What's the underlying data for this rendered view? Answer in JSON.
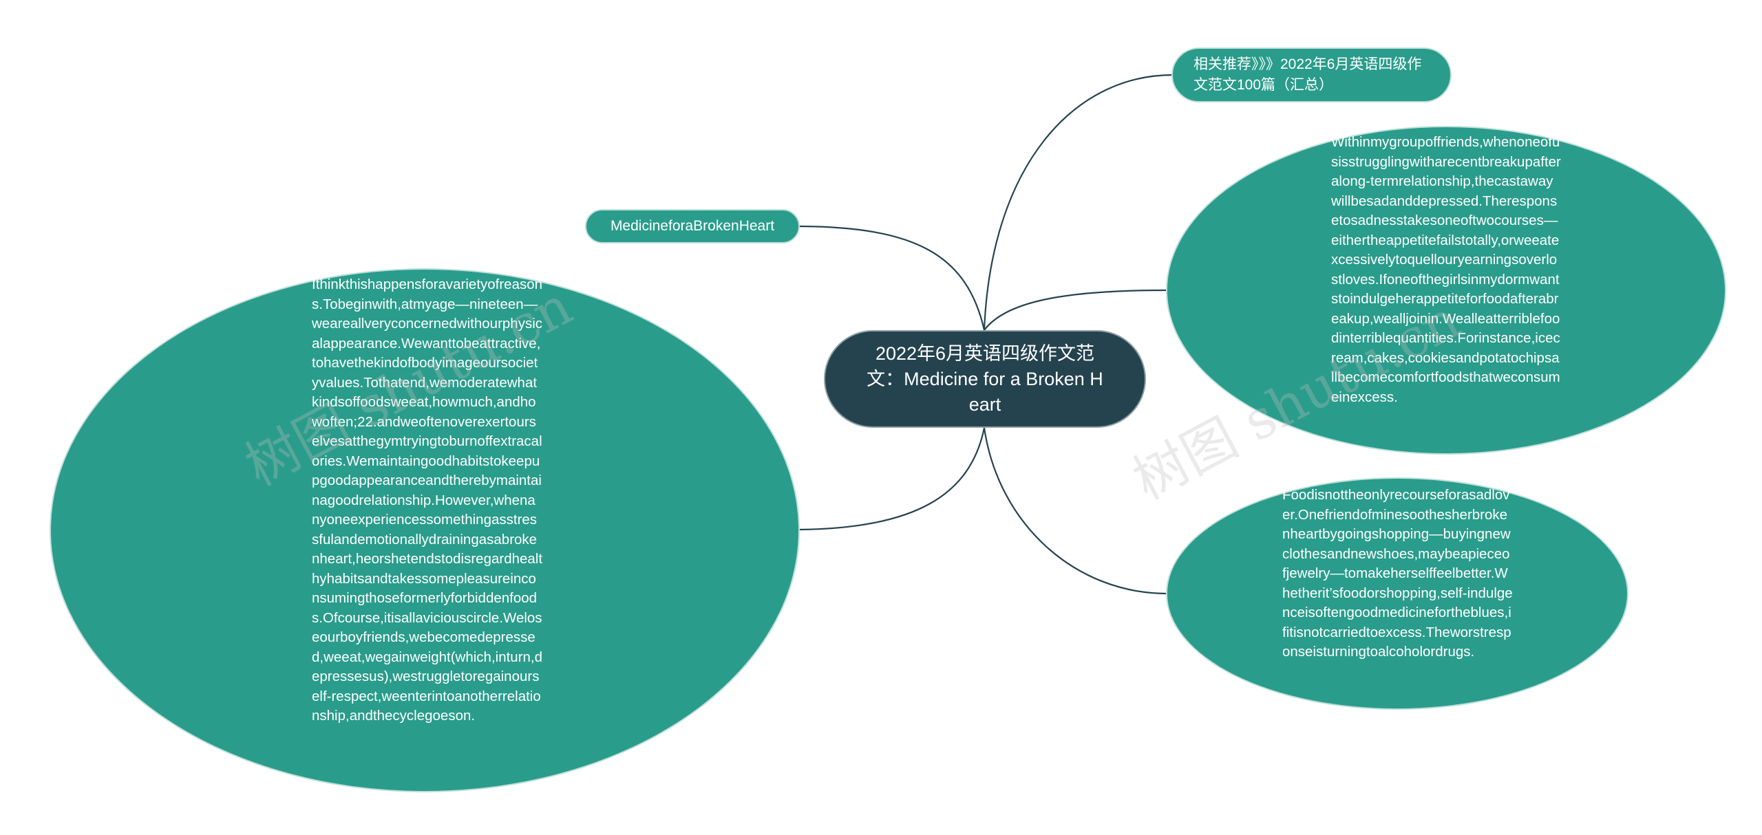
{
  "colors": {
    "root_fill": "#25434f",
    "node_fill": "#2a9c8b",
    "node_border": "#bfe0da",
    "edge": "#25434f",
    "background": "#ffffff"
  },
  "root": {
    "label": "2022年6月英语四级作文范文：Medicine for a Broken Heart"
  },
  "branches": {
    "title": "MedicineforaBrokenHeart",
    "recommend": "相关推荐》》》2022年6月英语四级作文范文100篇（汇总）",
    "paragraph1": "Ithinkthishappensforavarietyofreasons.Tobeginwith,atmyage—nineteen—weareallveryconcernedwithourphysicalappearance.Wewanttobeattractive,tohavethekindofbodyimageoursocietyvalues.Tothatend,wemoderatewhatkindsoffoodsweeat,howmuch,andhowoften;22.andweoftenoverexertourselvesatthegymtryingtoburnoffextracalories.Wemaintaingoodhabitstokeepupgoodappearanceandtherebymaintainagoodrelationship.However,whenanyoneexperiencessomethingasstressfulandemotionallydrainingasabrokenheart,heorshetendstodisregardhealthyhabitsandtakessomepleasureinconsumingthoseformerlyforbiddenfoods.Ofcourse,itisallaviciouscircle.Weloseourboyfriends,webecomedepressed,weeat,wegainweight(which,inturn,depressesus),westruggletoregainourself-respect,weenterintoanotherrelationship,andthecyclegoeson.",
    "paragraph2": "Withinmygroupoffriends,whenoneofusisstrugglingwitharecentbreakupafteralong-termrelationship,thecastawaywillbesadanddepressed.Theresponsetosadnesstakesoneoftwocourses—eithertheappetitefailstotally,orweeatexcessivelytoquellouryearningsoverlostloves.Ifoneofthegirlsinmydormwantstoindulgeherappetiteforfoodafterabreakup,wealljoinin.Wealleatterriblefoodinterriblequantities.Forinstance,icecream,cakes,cookiesandpotatochipsallbecomecomfortfoodsthatweconsumeinexcess.",
    "paragraph3": "Foodisnottheonlyrecourseforasadlover.Onefriendofminesoothesherbrokenheartbygoingshopping—buyingnewclothesandnewshoes,maybeapieceofjewelry—tomakeherselffeelbetter.Whetherit’sfoodorshopping,self-indulgenceisoftengoodmedicinefortheblues,ifitisnotcarriedtoexcess.Theworstresponseisturningtoalcoholordrugs."
  },
  "watermark": {
    "text1": "树图 shutu.cn",
    "text2": "树图 shutu.cn"
  }
}
